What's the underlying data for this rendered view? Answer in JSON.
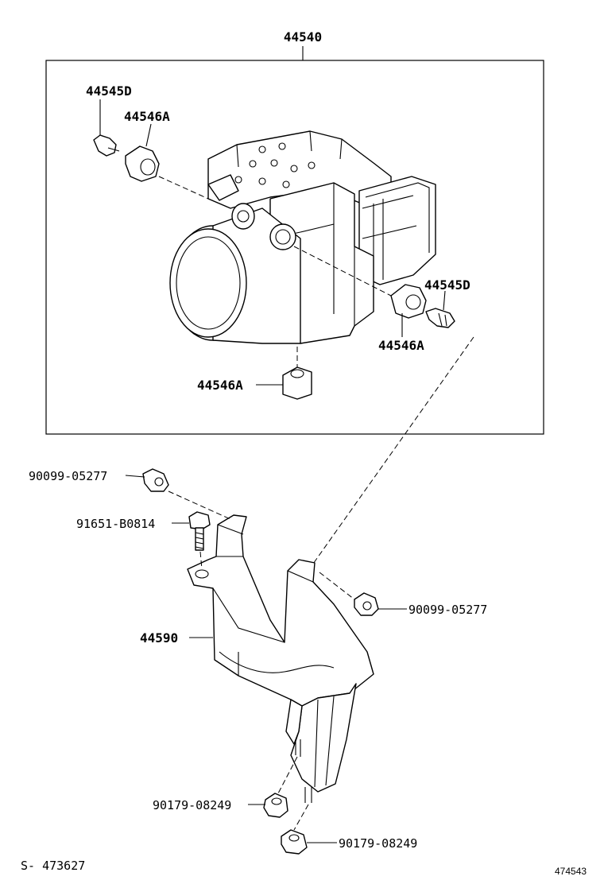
{
  "labels": {
    "assembly": "44540",
    "bolt_top_left": "44545D",
    "cushion_top_left": "44546A",
    "bolt_right": "44545D",
    "cushion_right": "44546A",
    "cushion_bottom": "44546A",
    "nut_left": "90099-05277",
    "bolt_bracket": "91651-B0814",
    "nut_right": "90099-05277",
    "bracket": "44590",
    "nut_lower_1": "90179-08249",
    "nut_lower_2": "90179-08249",
    "footer_left": "S- 473627",
    "footer_right": "474543"
  }
}
